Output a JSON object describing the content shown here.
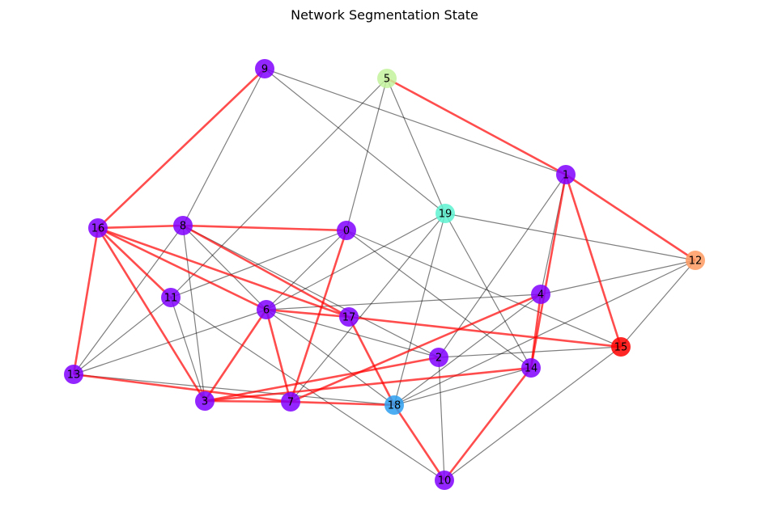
{
  "title": "Network Segmentation State",
  "colors": {
    "purple": "#8000ff",
    "teal": "#5df2d1",
    "green": "#c3f29b",
    "orange": "#ff9a60",
    "red": "#ff0000",
    "blue": "#2e9ff0",
    "normal_edge": "#808080",
    "highlight_edge": "#ff0000"
  },
  "nodes": [
    {
      "id": "0",
      "color": "purple"
    },
    {
      "id": "1",
      "color": "purple"
    },
    {
      "id": "2",
      "color": "purple"
    },
    {
      "id": "3",
      "color": "purple"
    },
    {
      "id": "4",
      "color": "purple"
    },
    {
      "id": "5",
      "color": "green"
    },
    {
      "id": "6",
      "color": "purple"
    },
    {
      "id": "7",
      "color": "purple"
    },
    {
      "id": "8",
      "color": "purple"
    },
    {
      "id": "9",
      "color": "purple"
    },
    {
      "id": "10",
      "color": "purple"
    },
    {
      "id": "11",
      "color": "purple"
    },
    {
      "id": "12",
      "color": "orange"
    },
    {
      "id": "13",
      "color": "purple"
    },
    {
      "id": "14",
      "color": "purple"
    },
    {
      "id": "15",
      "color": "red"
    },
    {
      "id": "16",
      "color": "purple"
    },
    {
      "id": "17",
      "color": "purple"
    },
    {
      "id": "18",
      "color": "blue"
    },
    {
      "id": "19",
      "color": "teal"
    }
  ],
  "edges_normal": [
    [
      "9",
      "8"
    ],
    [
      "9",
      "1"
    ],
    [
      "9",
      "19"
    ],
    [
      "5",
      "11"
    ],
    [
      "5",
      "0"
    ],
    [
      "5",
      "19"
    ],
    [
      "8",
      "13"
    ],
    [
      "8",
      "3"
    ],
    [
      "8",
      "2"
    ],
    [
      "8",
      "6"
    ],
    [
      "0",
      "6"
    ],
    [
      "0",
      "14"
    ],
    [
      "0",
      "15"
    ],
    [
      "19",
      "6"
    ],
    [
      "19",
      "7"
    ],
    [
      "19",
      "18"
    ],
    [
      "19",
      "14"
    ],
    [
      "19",
      "12"
    ],
    [
      "1",
      "4"
    ],
    [
      "1",
      "2"
    ],
    [
      "12",
      "4"
    ],
    [
      "12",
      "18"
    ],
    [
      "12",
      "15"
    ],
    [
      "4",
      "6"
    ],
    [
      "4",
      "18"
    ],
    [
      "11",
      "3"
    ],
    [
      "11",
      "13"
    ],
    [
      "11",
      "0"
    ],
    [
      "11",
      "10"
    ],
    [
      "6",
      "13"
    ],
    [
      "6",
      "18"
    ],
    [
      "6",
      "2"
    ],
    [
      "13",
      "18"
    ],
    [
      "2",
      "15"
    ],
    [
      "2",
      "10"
    ],
    [
      "15",
      "10"
    ],
    [
      "18",
      "14"
    ]
  ],
  "edges_highlight": [
    [
      "9",
      "16"
    ],
    [
      "5",
      "1"
    ],
    [
      "1",
      "12"
    ],
    [
      "1",
      "15"
    ],
    [
      "1",
      "14"
    ],
    [
      "16",
      "8"
    ],
    [
      "8",
      "0"
    ],
    [
      "16",
      "11"
    ],
    [
      "16",
      "6"
    ],
    [
      "16",
      "17"
    ],
    [
      "16",
      "13"
    ],
    [
      "16",
      "3"
    ],
    [
      "8",
      "17"
    ],
    [
      "6",
      "3"
    ],
    [
      "6",
      "7"
    ],
    [
      "6",
      "17"
    ],
    [
      "0",
      "7"
    ],
    [
      "17",
      "15"
    ],
    [
      "17",
      "18"
    ],
    [
      "13",
      "7"
    ],
    [
      "3",
      "7"
    ],
    [
      "7",
      "18"
    ],
    [
      "3",
      "14"
    ],
    [
      "4",
      "7"
    ],
    [
      "3",
      "2"
    ],
    [
      "4",
      "14"
    ],
    [
      "14",
      "10"
    ],
    [
      "18",
      "10"
    ]
  ]
}
